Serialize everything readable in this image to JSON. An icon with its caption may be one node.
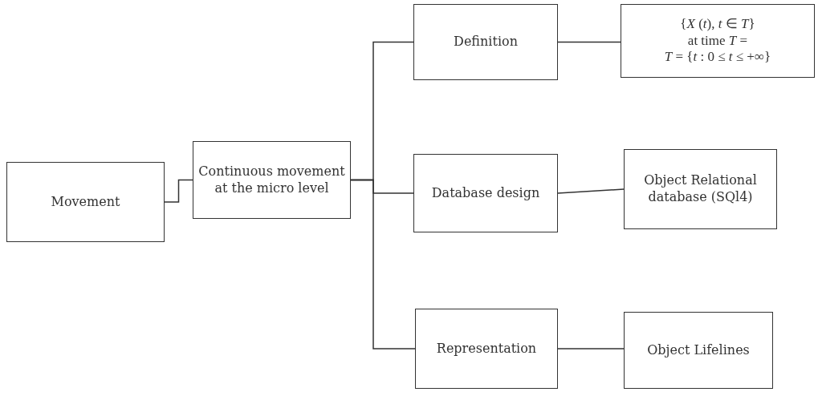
{
  "diagram": {
    "nodes": [
      {
        "text": [
          "Movement"
        ]
      },
      {
        "text": [
          "Continuous movement at the micro level"
        ]
      },
      {
        "text": [
          "Definition"
        ]
      },
      {
        "text": [
          "{*X* (*t*), *t* ∈ *T*}",
          "at time *T* =",
          "*T* = {*t* : 0 ≤ *t* ≤ +∞}"
        ]
      },
      {
        "text": [
          "Database design"
        ]
      },
      {
        "text": [
          "Object Relational database (SQl4)"
        ]
      },
      {
        "text": [
          "Representation"
        ]
      },
      {
        "text": [
          "Object Lifelines"
        ]
      }
    ],
    "edges": [
      {
        "from": 0,
        "to": 1,
        "arrow": "none"
      },
      {
        "from": 1,
        "to": 2,
        "arrow": "none"
      },
      {
        "from": 1,
        "to": 4,
        "arrow": "none"
      },
      {
        "from": 1,
        "to": 6,
        "arrow": "none"
      },
      {
        "from": 2,
        "to": 3,
        "arrow": "none"
      },
      {
        "from": 4,
        "to": 5,
        "arrow": "none"
      },
      {
        "from": 6,
        "to": 7,
        "arrow": "none"
      }
    ]
  }
}
